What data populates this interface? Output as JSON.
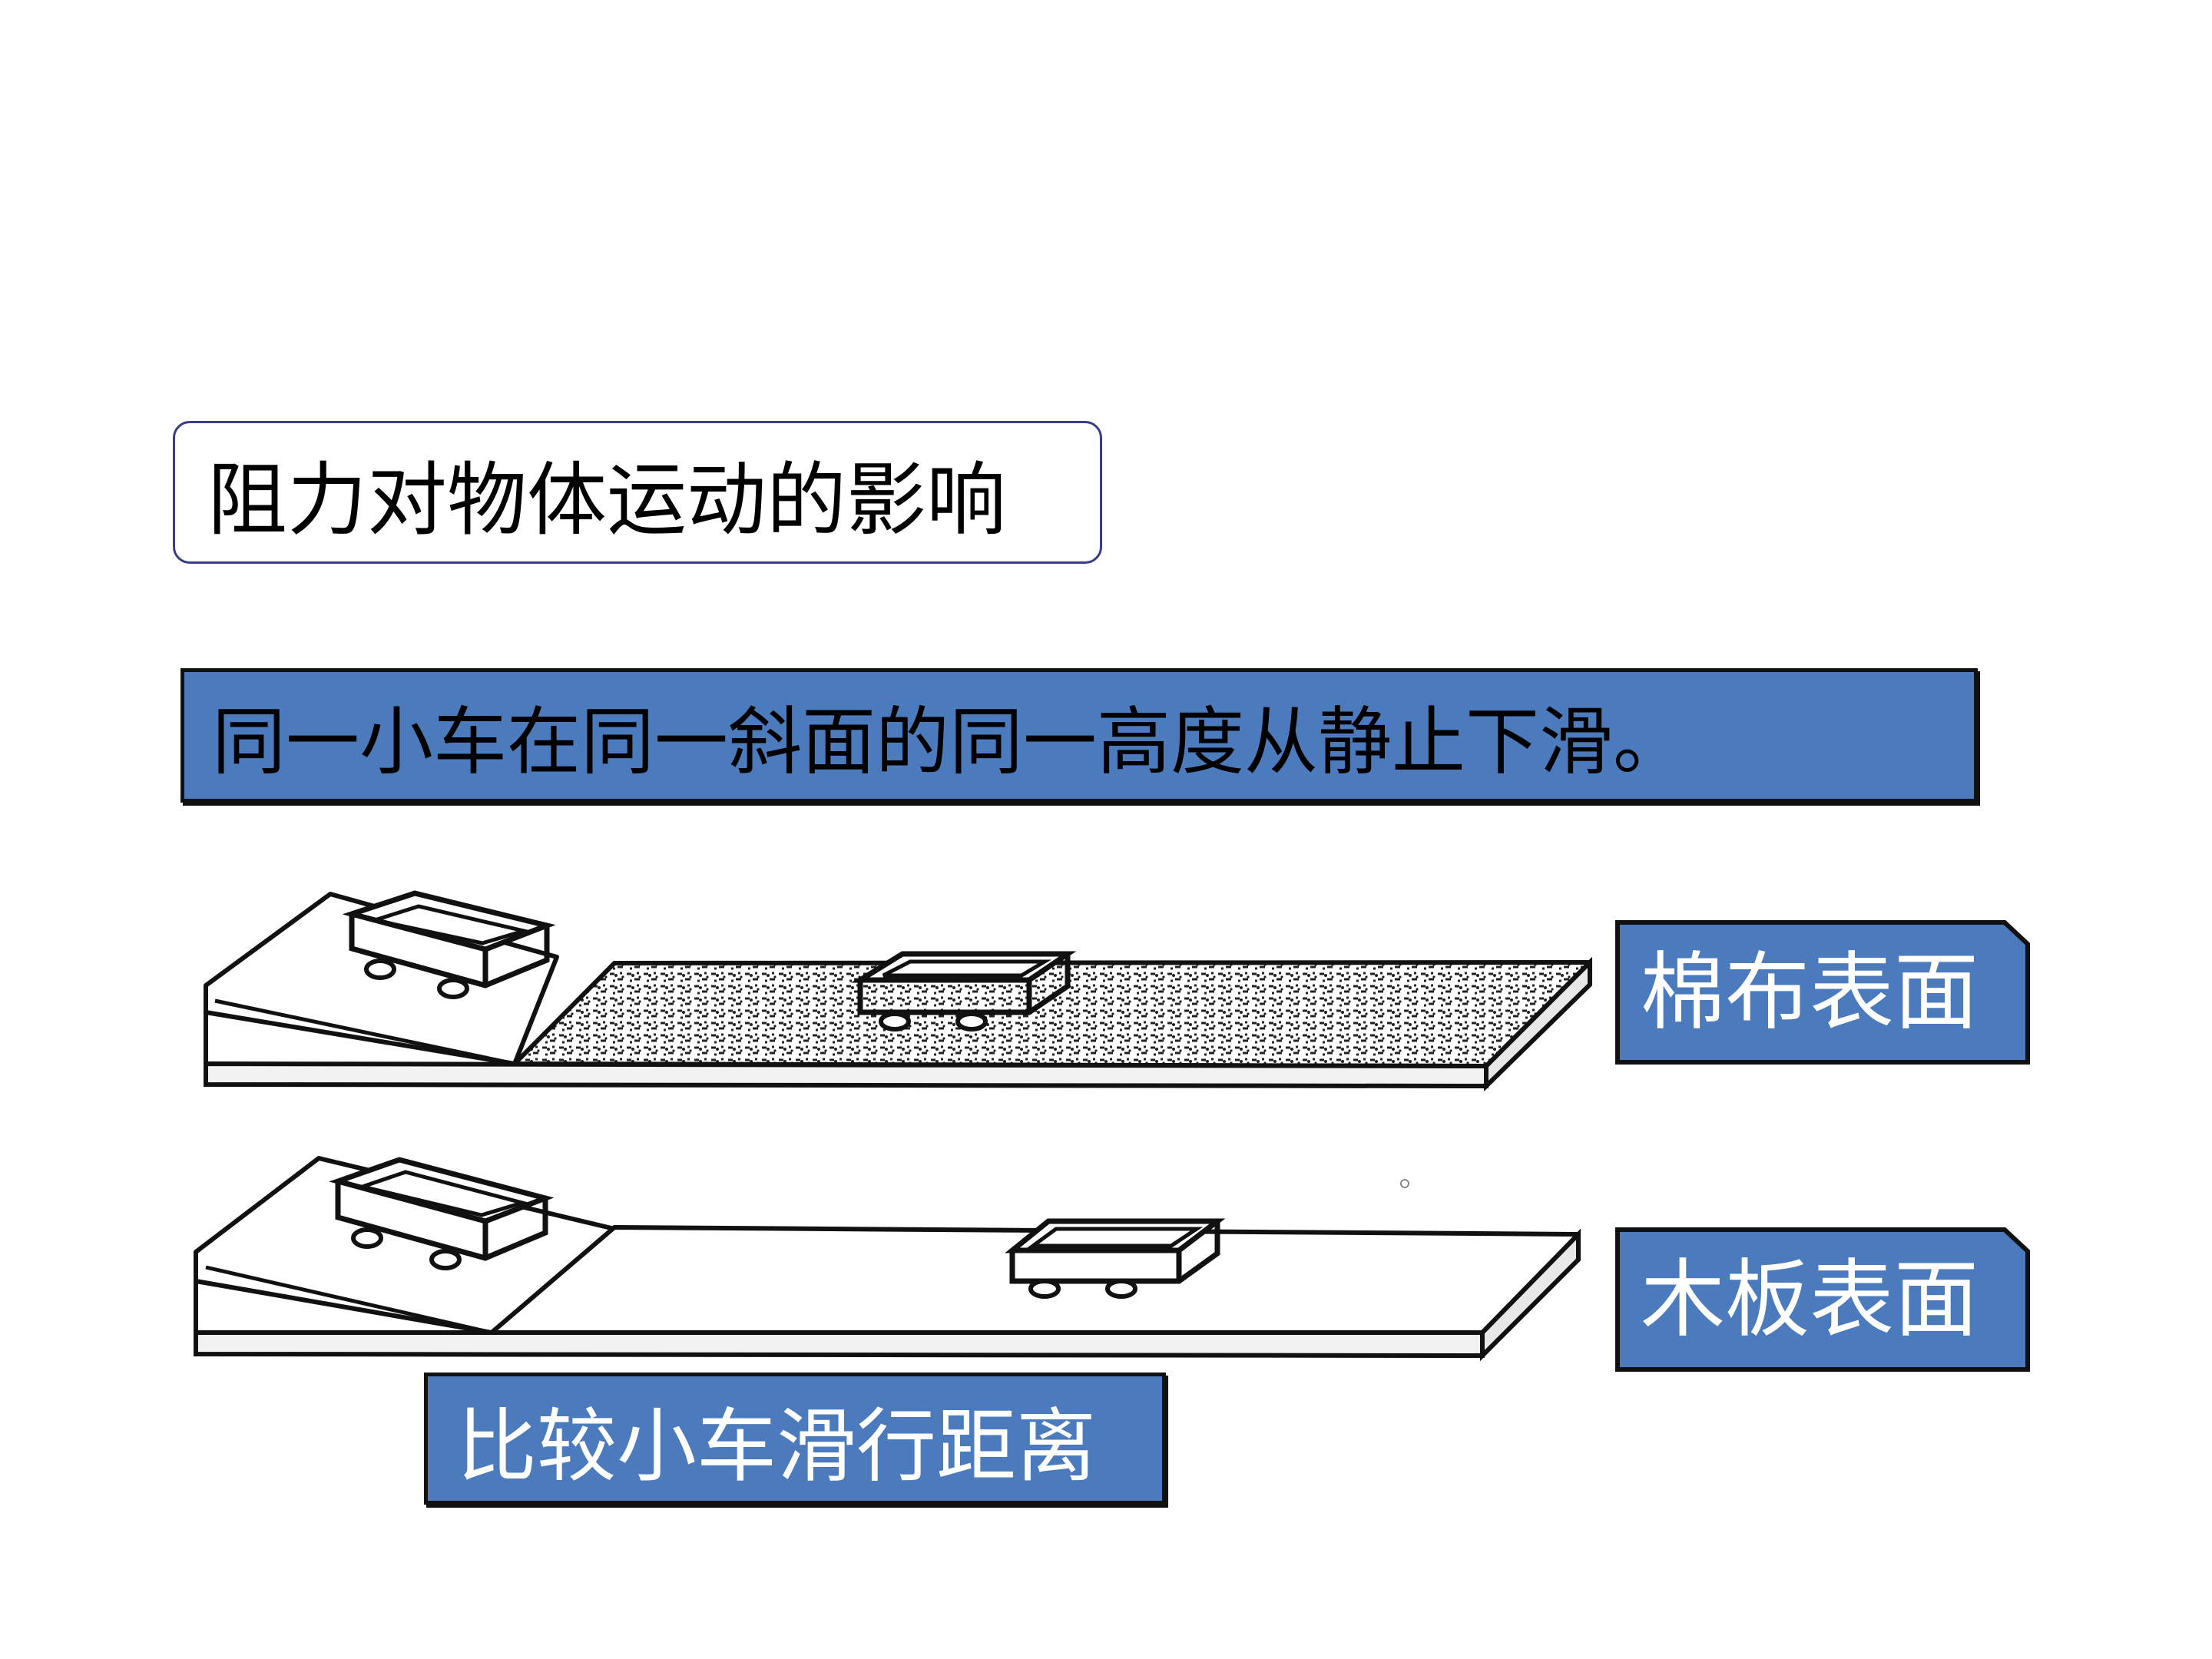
{
  "title": "阻力对物体运动的影响",
  "condition": "同一小车在同一斜面的同一高度从静止下滑。",
  "surfaces": {
    "cotton": "棉布表面",
    "wood": "木板表面"
  },
  "compare": "比较小车滑行距离",
  "colors": {
    "label_fill": "#4b7bbd",
    "title_border": "#3b3b8c"
  }
}
